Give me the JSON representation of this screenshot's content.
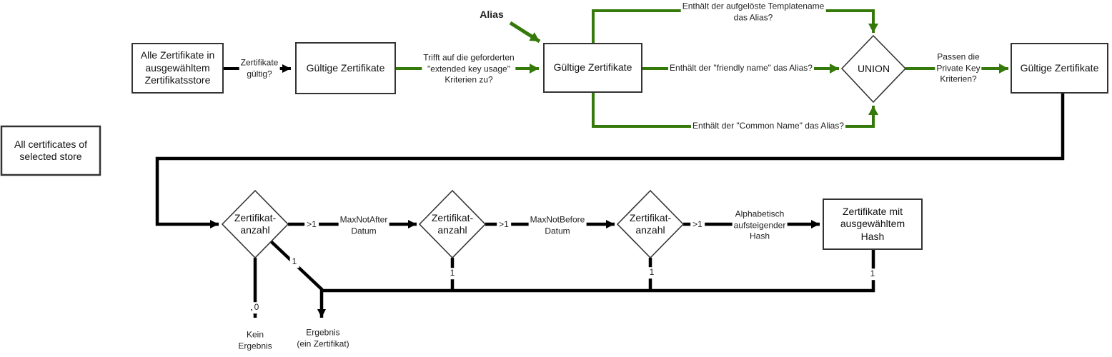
{
  "diagram_title": "Certificate selection flowchart",
  "colors": {
    "flow_black": "#000000",
    "flow_green": "#36790b",
    "shape_border": "#333333"
  },
  "nodes": {
    "all_certs_store": "Alle Zertifikate in\nausgewähltem\nZertifikatsstore",
    "valid_certs_1": "Gültige Zertifikate",
    "valid_certs_2": "Gültige Zertifikate",
    "union": "UNION",
    "valid_certs_3": "Gültige Zertifikate",
    "all_certs_en": "All certificates of\nselected store",
    "cert_count_1": "Zertifikat-\nanzahl",
    "cert_count_2": "Zertifikat-\nanzahl",
    "cert_count_3": "Zertifikat-\nanzahl",
    "certs_selected_hash": "Zertifikate mit\nausgewähltem\nHash"
  },
  "edge_labels": {
    "certs_valid": "Zertifikate\ngültig?",
    "eku_criteria": "Trifft auf die geforderten\n\"extended key usage\"\nKriterien zu?",
    "alias": "Alias",
    "template_name": "Enthält der aufgelöste Templatename\ndas Alias?",
    "friendly_name": "Enthält der \"friendly name\" das Alias?",
    "common_name": "Enthält der \"Common Name\" das Alias?",
    "private_key": "Passen die\nPrivate Key\nKriterien?",
    "gt1_1": ">1",
    "gt1_2": ">1",
    "gt1_3": ">1",
    "max_not_after": "MaxNotAfter\nDatum",
    "max_not_before": "MaxNotBefore\nDatum",
    "alphabetical_hash": "Alphabetisch\naufsteigender\nHash",
    "one_1": "1",
    "one_2": "1",
    "one_3": "1",
    "one_4": "1",
    "zero": "0",
    "no_result": "Kein\nErgebnis",
    "result": "Ergebnis\n(ein Zertifikat)"
  }
}
